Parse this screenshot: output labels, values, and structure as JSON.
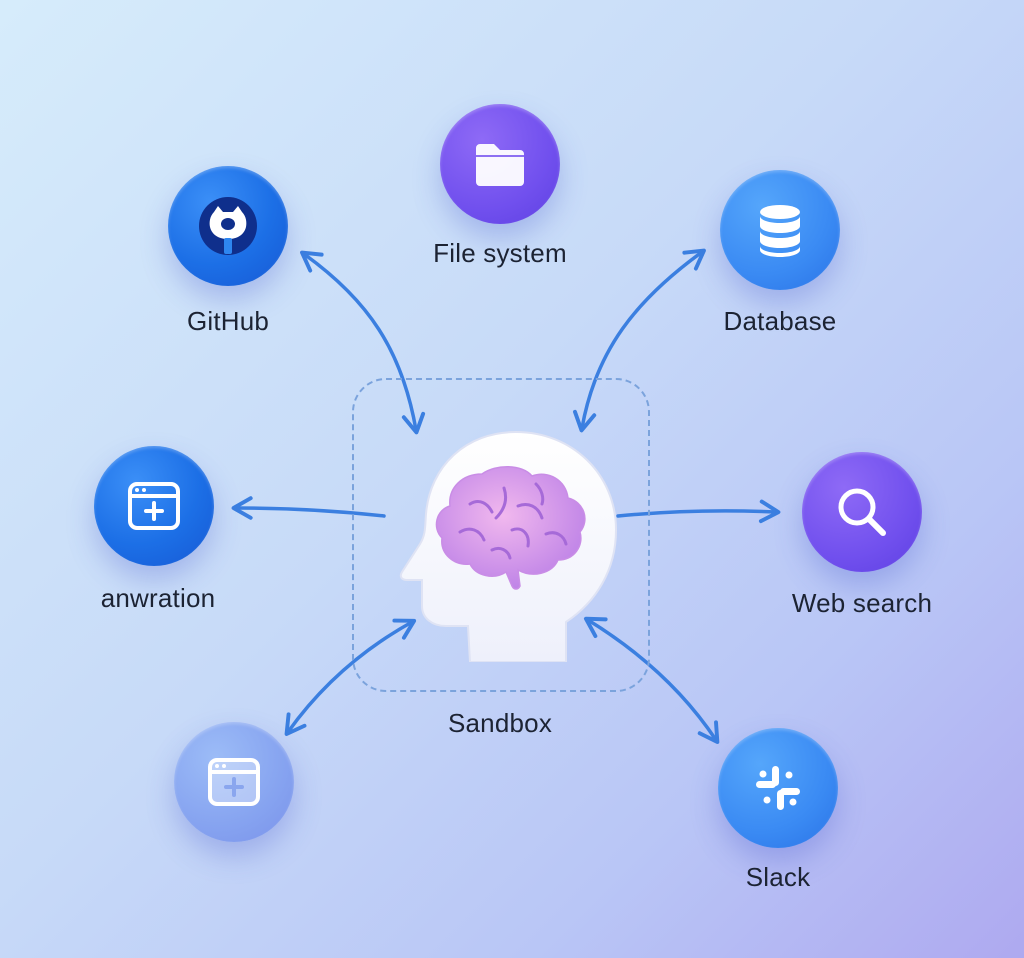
{
  "nodes": {
    "file_system": {
      "label": "File system",
      "icon": "folder-icon"
    },
    "github": {
      "label": "GitHub",
      "icon": "github-icon"
    },
    "database": {
      "label": "Database",
      "icon": "database-icon"
    },
    "app": {
      "label": "anwration",
      "icon": "browser-window-plus-icon"
    },
    "web_search": {
      "label": "Web search",
      "icon": "search-icon"
    },
    "app_faded": {
      "label": "",
      "icon": "browser-window-plus-icon"
    },
    "slack": {
      "label": "Slack",
      "icon": "slack-icon"
    }
  },
  "center": {
    "label": "Sandbox",
    "icon": "head-brain-icon"
  },
  "colors": {
    "arrow": "#3b7fe0",
    "brand_blue": "#1c6fe6",
    "brand_violet": "#7150ee",
    "brain_pink": "#e9a6ea"
  }
}
